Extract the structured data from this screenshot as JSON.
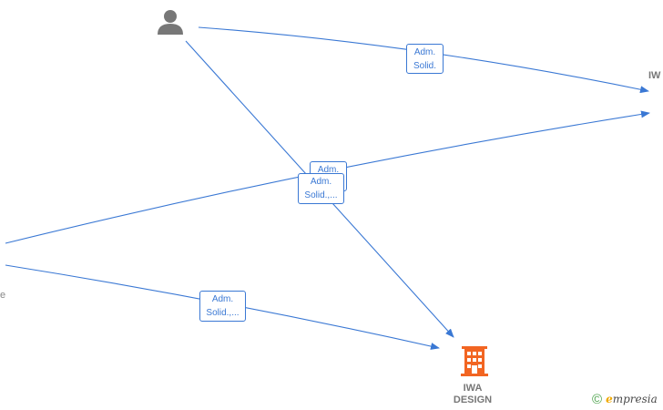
{
  "nodes": {
    "person": {
      "icon": "person-icon",
      "color": "#777777"
    },
    "iwa_design": {
      "icon": "company-building-icon",
      "label_line1": "IWA",
      "label_line2": "DESIGN",
      "color": "#f26522"
    },
    "right_node": {
      "label": "IW"
    },
    "left_node": {
      "label": "e"
    }
  },
  "edges": [
    {
      "id": "edge-person-to-iw",
      "label_line1": "Adm.",
      "label_line2": "Solid."
    },
    {
      "id": "edge-left-to-iw",
      "label_line1": "Adm.",
      "label_line2": ""
    },
    {
      "id": "edge-person-to-iwa-design",
      "label_line1": "Adm.",
      "label_line2": "Solid.,..."
    },
    {
      "id": "edge-left-to-iwa-design",
      "label_line1": "Adm.",
      "label_line2": "Solid.,..."
    }
  ],
  "branding": {
    "copyright_symbol": "©",
    "brand_initial": "e",
    "brand_rest": "mpresia"
  },
  "colors": {
    "edge": "#3a78d4",
    "company": "#f26522",
    "person": "#777777",
    "brand_accent": "#f0a800",
    "copyright": "#4aa24a"
  }
}
